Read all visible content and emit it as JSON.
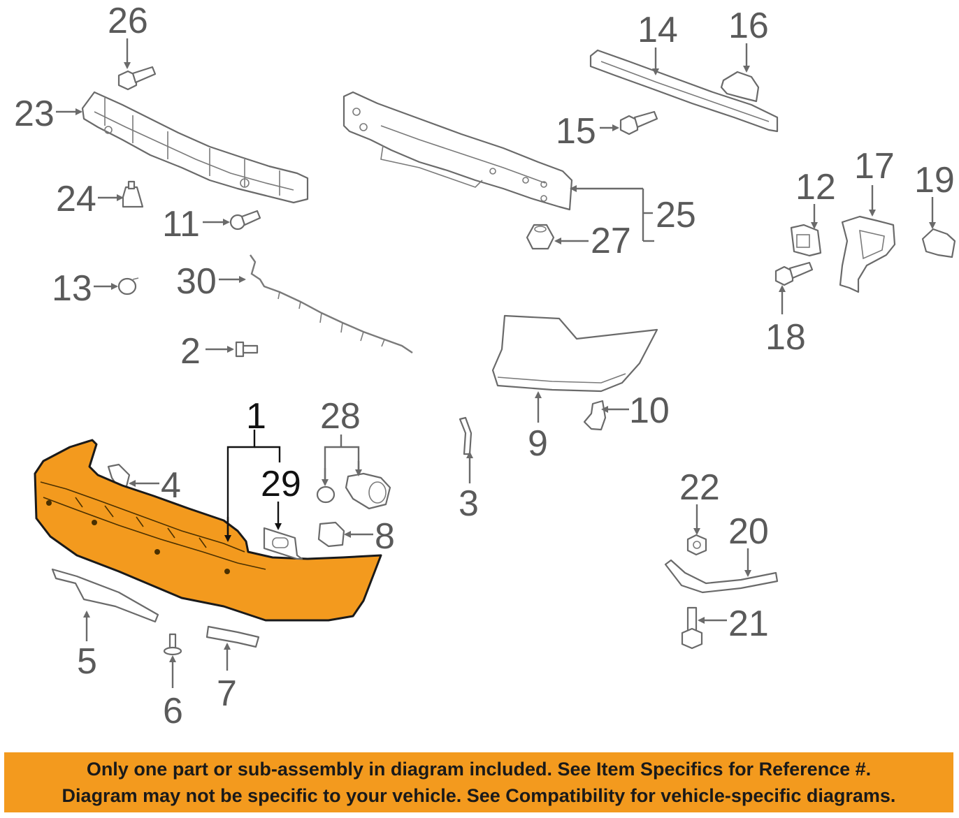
{
  "callouts": {
    "c1": "1",
    "c2": "2",
    "c3": "3",
    "c4": "4",
    "c5": "5",
    "c6": "6",
    "c7": "7",
    "c8": "8",
    "c9": "9",
    "c10": "10",
    "c11": "11",
    "c12": "12",
    "c13": "13",
    "c14": "14",
    "c15": "15",
    "c16": "16",
    "c17": "17",
    "c18": "18",
    "c19": "19",
    "c20": "20",
    "c21": "21",
    "c22": "22",
    "c23": "23",
    "c24": "24",
    "c25": "25",
    "c26": "26",
    "c27": "27",
    "c28": "28",
    "c29": "29",
    "c30": "30"
  },
  "highlight_color": "#f39a1e",
  "notice": {
    "line1": "Only one part or sub-assembly in diagram included. See Item Specifics for Reference #.",
    "line2": "Diagram may not be specific to your vehicle. See Compatibility for vehicle-specific diagrams."
  }
}
